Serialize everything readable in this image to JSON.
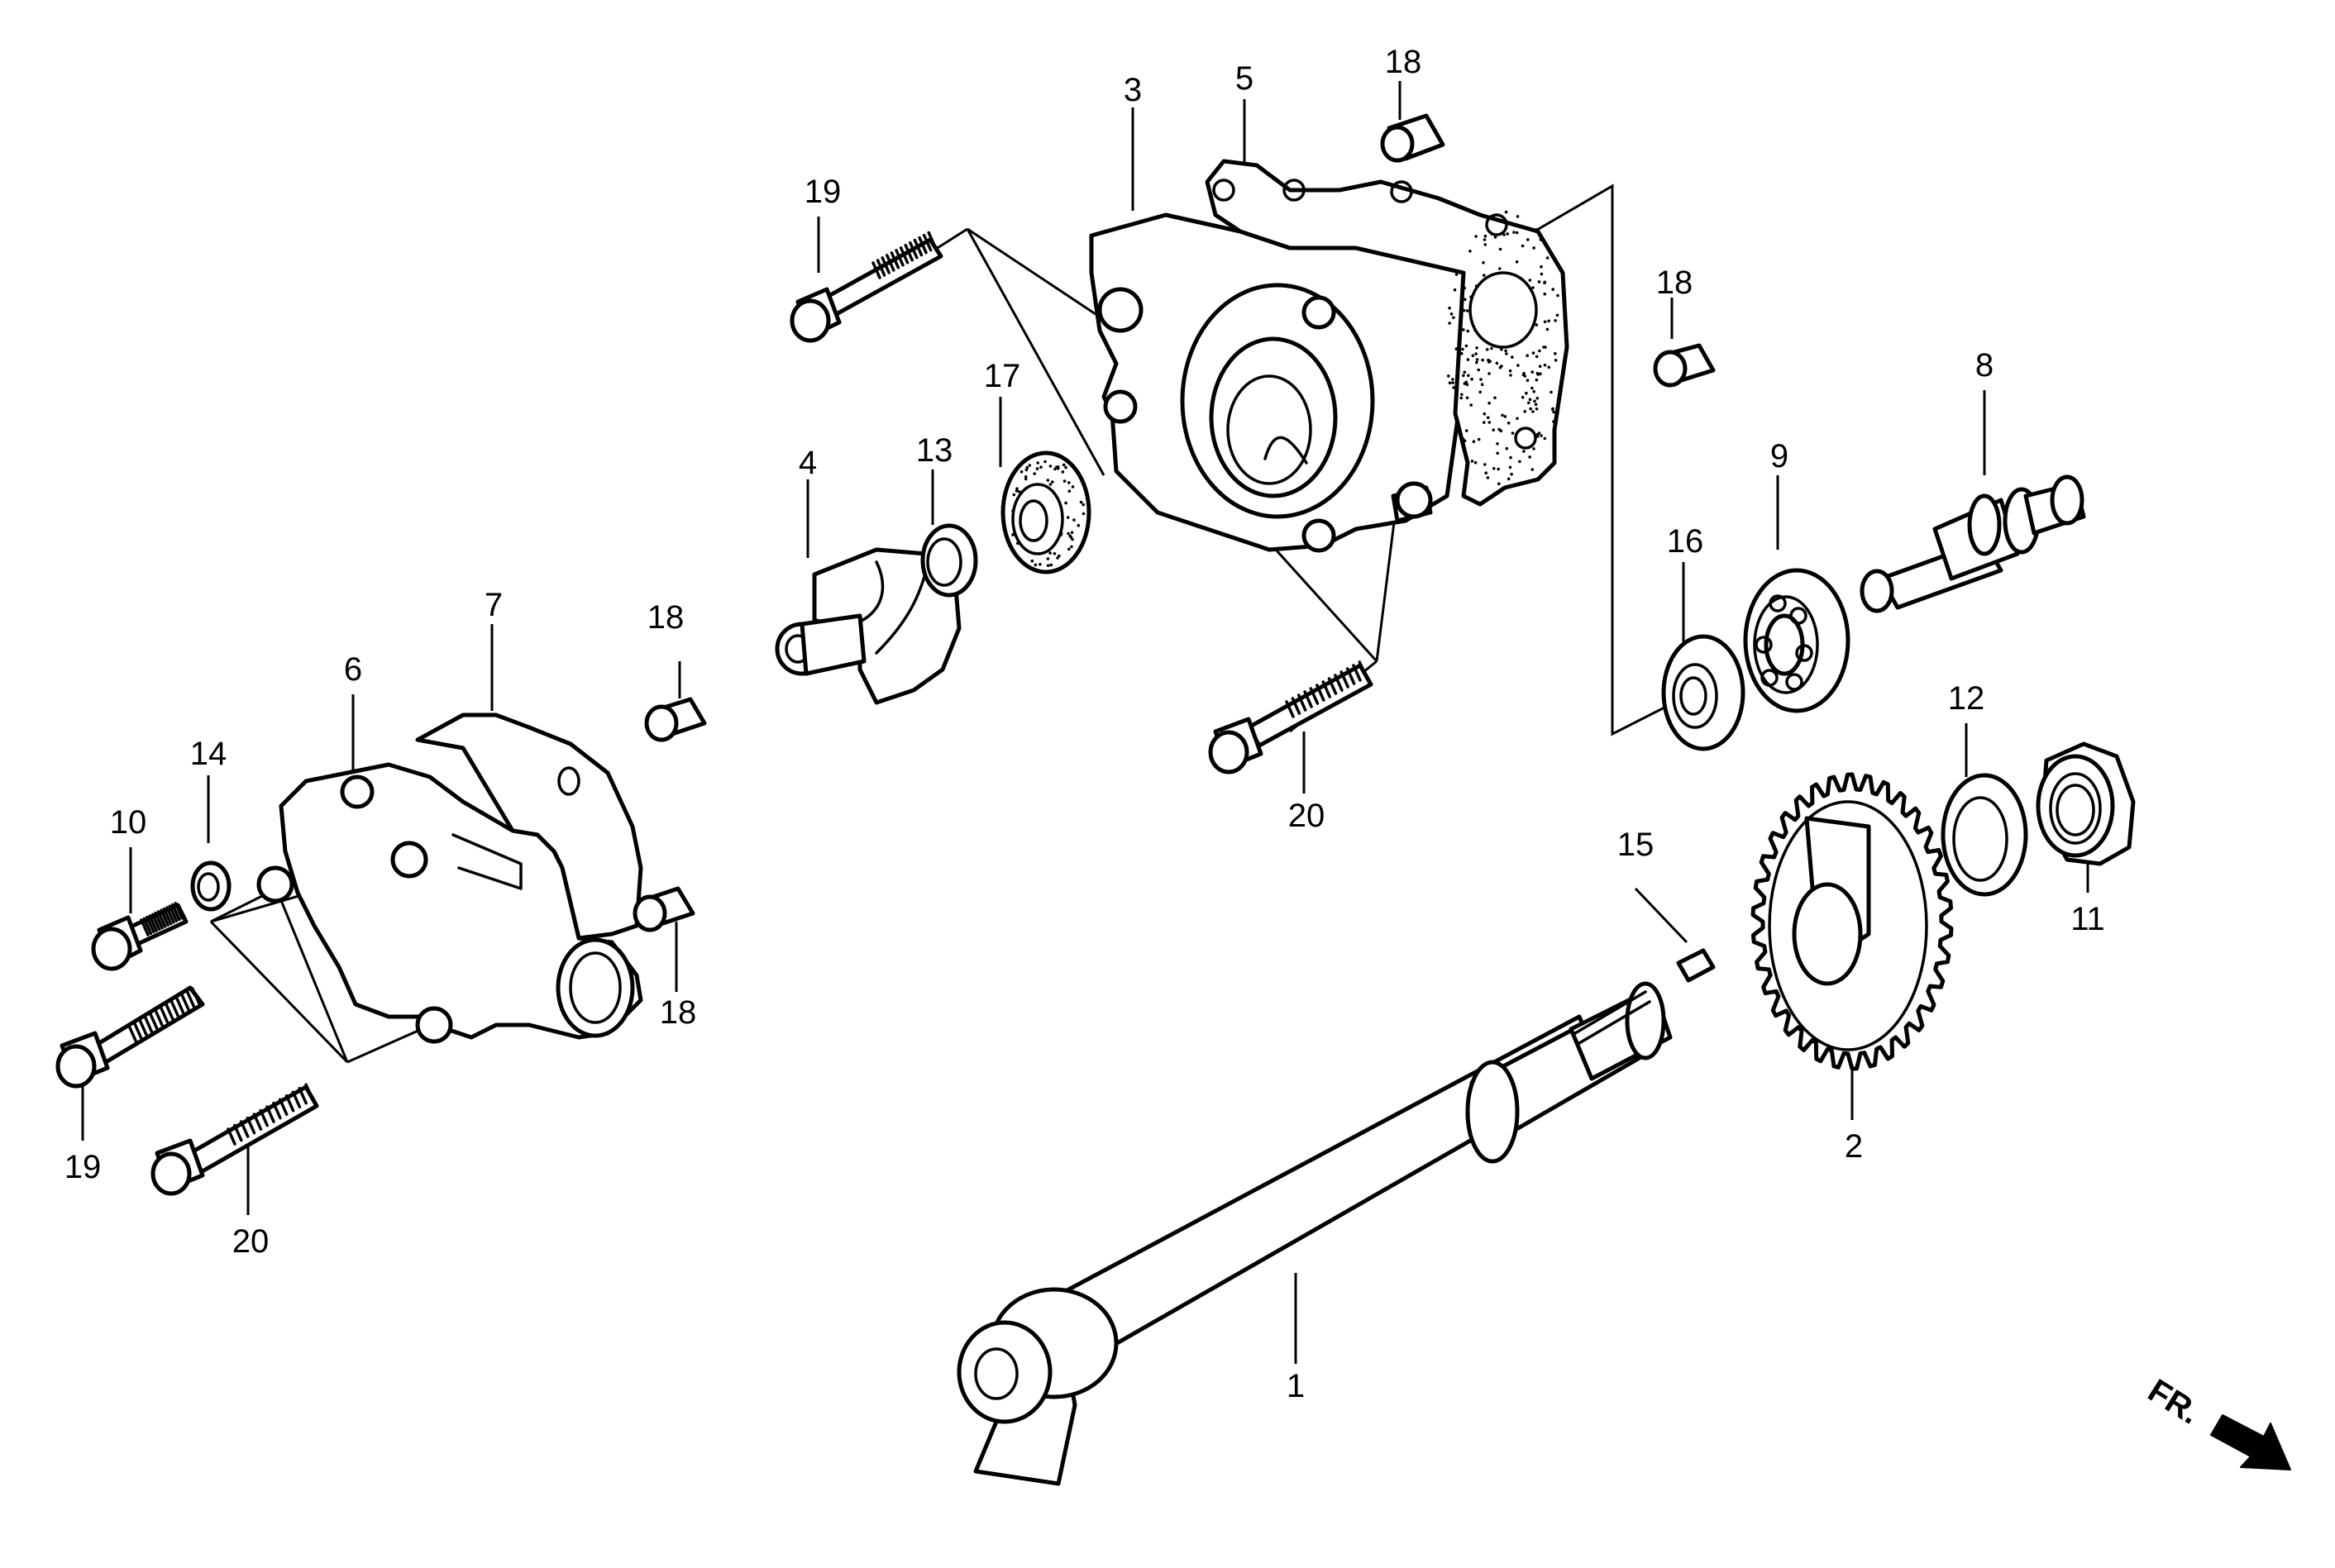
{
  "callouts": [
    {
      "id": "c1",
      "label": "1"
    },
    {
      "id": "c2",
      "label": "2"
    },
    {
      "id": "c3",
      "label": "3"
    },
    {
      "id": "c4",
      "label": "4"
    },
    {
      "id": "c5",
      "label": "5"
    },
    {
      "id": "c6",
      "label": "6"
    },
    {
      "id": "c7",
      "label": "7"
    },
    {
      "id": "c8",
      "label": "8"
    },
    {
      "id": "c9",
      "label": "9"
    },
    {
      "id": "c10",
      "label": "10"
    },
    {
      "id": "c11",
      "label": "11"
    },
    {
      "id": "c12",
      "label": "12"
    },
    {
      "id": "c13",
      "label": "13"
    },
    {
      "id": "c14",
      "label": "14"
    },
    {
      "id": "c15",
      "label": "15"
    },
    {
      "id": "c16",
      "label": "16"
    },
    {
      "id": "c17",
      "label": "17"
    },
    {
      "id": "c18a",
      "label": "18"
    },
    {
      "id": "c18b",
      "label": "18"
    },
    {
      "id": "c18c",
      "label": "18"
    },
    {
      "id": "c18d",
      "label": "18"
    },
    {
      "id": "c19a",
      "label": "19"
    },
    {
      "id": "c19b",
      "label": "19"
    },
    {
      "id": "c20a",
      "label": "20"
    },
    {
      "id": "c20b",
      "label": "20"
    }
  ],
  "direction_marker": {
    "label": "FR.",
    "icon": "arrow-icon"
  },
  "colors": {
    "line": "#000000",
    "background": "#ffffff"
  }
}
